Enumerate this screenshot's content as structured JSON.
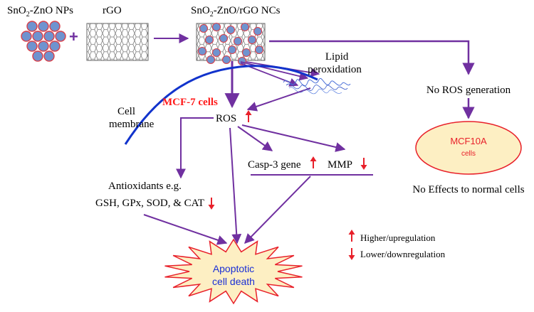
{
  "labels": {
    "np_prefix": "SnO",
    "np_sub": "2",
    "np_suffix": "-ZnO NPs",
    "rgo": "rGO",
    "nc_prefix": "SnO",
    "nc_sub": "2",
    "nc_suffix": "-ZnO/rGO NCs",
    "plus": "+",
    "lipid_line1": "Lipid",
    "lipid_line2": "peroxidation",
    "mcf7": "MCF-7 cells",
    "cell_line1": "Cell",
    "cell_line2": "membrane",
    "ros": "ROS",
    "no_ros": "No ROS generation",
    "mcf10a_line1": "MCF10A",
    "mcf10a_line2": "cells",
    "no_effects": "No Effects to normal cells",
    "casp3": "Casp-3 gene",
    "mmp": "MMP",
    "antiox_line1": "Antioxidants e.g.",
    "antiox_line2": "GSH, GPx, SOD, & CAT",
    "apoptotic_line1": "Apoptotic",
    "apoptotic_line2": "cell death",
    "legend_higher": "Higher/upregulation",
    "legend_lower": "Lower/downregulation"
  },
  "colors": {
    "flow_arrow": "#7030a0",
    "up_down_arrow": "#e8202a",
    "membrane": "#1133cc",
    "nanoparticle_fill": "#6f93cf",
    "nanoparticle_stroke": "#d9404a",
    "mcf7_text": "#ff1a1a",
    "mcf10a_text": "#e8202a",
    "mcf10a_fill": "#fdefc3",
    "apoptotic_text": "#1a2fd6",
    "starburst_fill": "#fdefc3",
    "starburst_stroke": "#e8202a",
    "dna": "#4a6fd8"
  }
}
